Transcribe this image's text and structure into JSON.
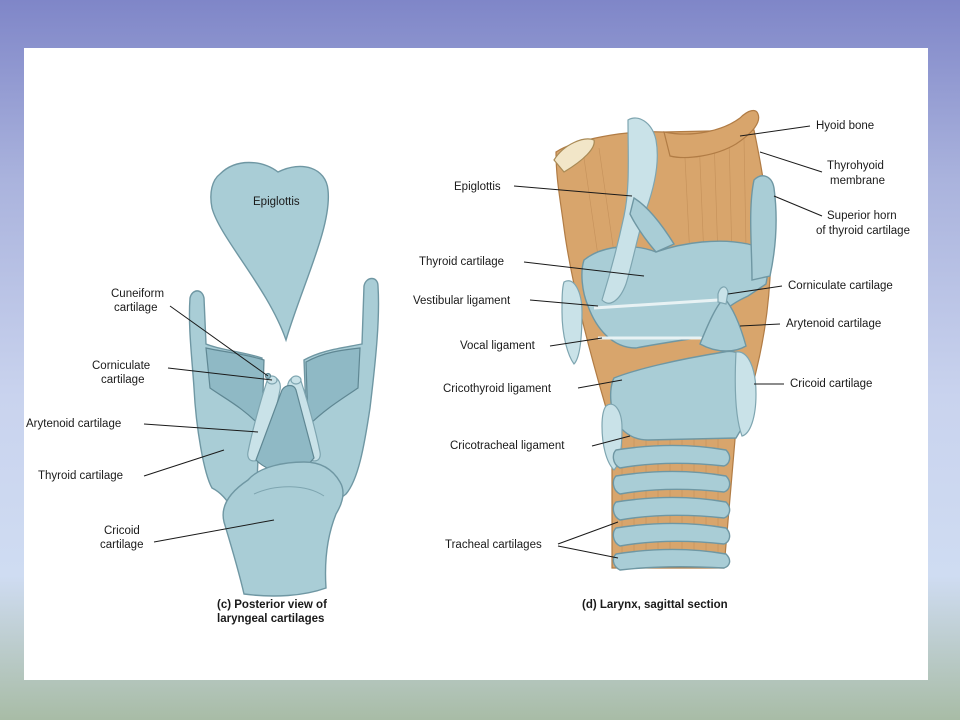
{
  "left_panel": {
    "labels": {
      "epiglottis": "Epiglottis",
      "cuneiform_1": "Cuneiform",
      "cuneiform_2": "cartilage",
      "corniculate_1": "Corniculate",
      "corniculate_2": "cartilage",
      "arytenoid": "Arytenoid cartilage",
      "thyroid": "Thyroid cartilage",
      "cricoid_1": "Cricoid",
      "cricoid_2": "cartilage"
    },
    "caption_1": "(c) Posterior view of",
    "caption_2": "laryngeal cartilages"
  },
  "right_panel": {
    "labels": {
      "hyoid": "Hyoid bone",
      "thyrohyoid_1": "Thyrohyoid",
      "thyrohyoid_2": "membrane",
      "superior_horn_1": "Superior horn",
      "superior_horn_2": "of thyroid cartilage",
      "epiglottis": "Epiglottis",
      "thyroid": "Thyroid cartilage",
      "vestibular": "Vestibular ligament",
      "corniculate": "Corniculate cartilage",
      "arytenoid": "Arytenoid cartilage",
      "vocal": "Vocal ligament",
      "cricothyroid": "Cricothyroid ligament",
      "cricoid": "Cricoid cartilage",
      "cricotracheal": "Cricotracheal ligament",
      "tracheal": "Tracheal cartilages"
    },
    "caption": "(d) Larynx, sagittal section"
  },
  "colors": {
    "cartilage": "#a9cdd6",
    "muscle": "#d8a56c",
    "background_top": "#7f86c8",
    "background_bottom": "#a8bca6"
  }
}
